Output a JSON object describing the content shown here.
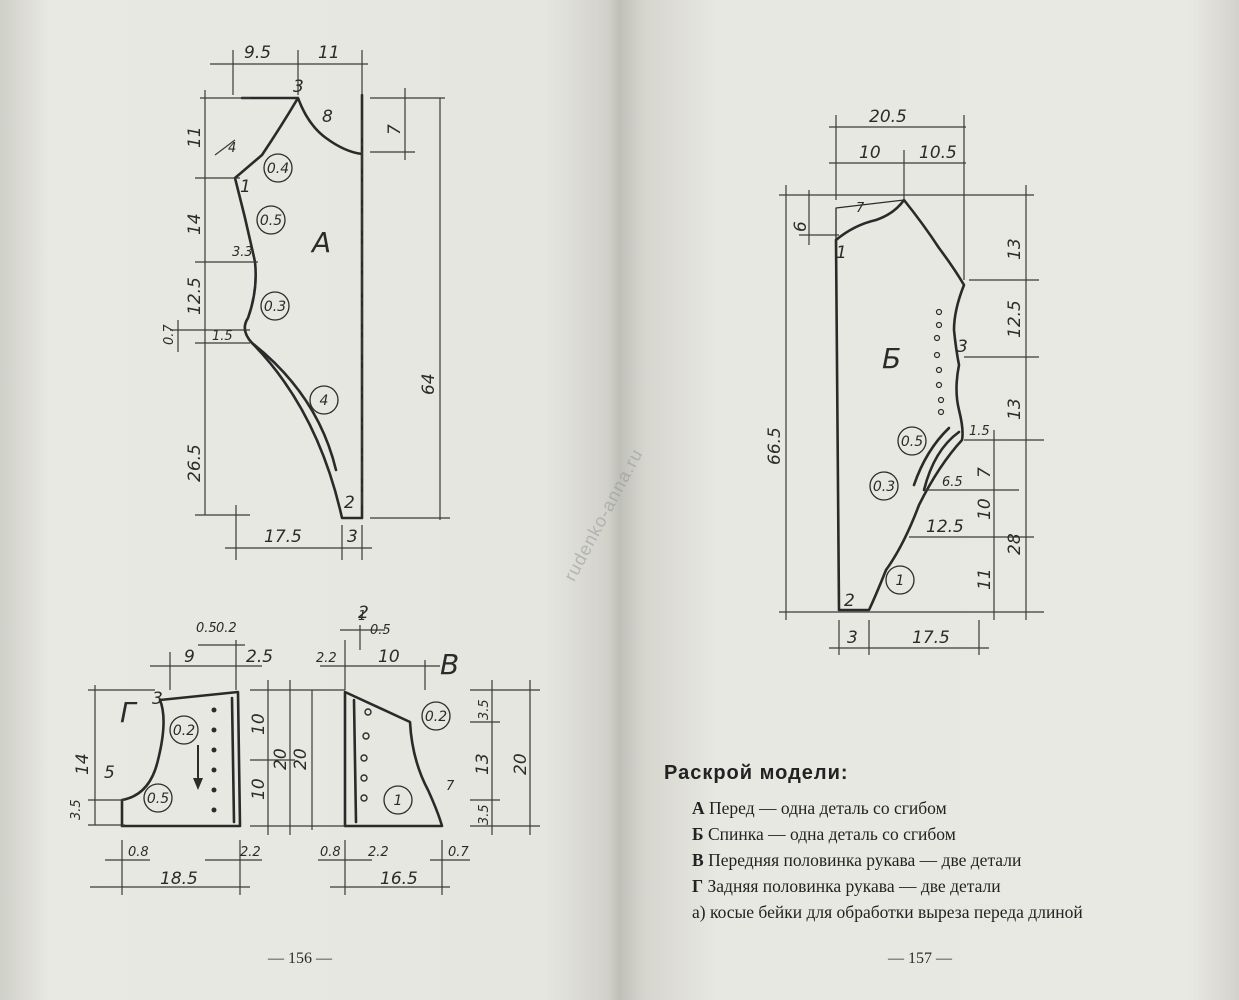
{
  "watermark": "rudenko-anna.ru",
  "left_page": {
    "page_number": "— 156 —",
    "drawing_A": {
      "letter": "А",
      "top_dims": [
        "9.5",
        "11"
      ],
      "left_dims": [
        "11",
        "14",
        "12.5",
        "26.5"
      ],
      "small_dims": [
        "4",
        "3.3",
        "1.5",
        "0.7",
        "7",
        "8"
      ],
      "right_dims": [
        "7",
        "64"
      ],
      "bottom_dims": [
        "17.5",
        "3"
      ],
      "points": [
        "1",
        "2",
        "3"
      ],
      "circles": [
        "0.4",
        "0.5",
        "0.3",
        "4"
      ]
    },
    "drawing_G": {
      "letter": "Г",
      "point": "3",
      "top_dims": [
        "0.5",
        "0.2",
        "9",
        "2.5"
      ],
      "left_dims": [
        "14",
        "3.5",
        "5"
      ],
      "mid_dims": [
        "10",
        "20",
        "10"
      ],
      "bottom_dims": [
        "0.8",
        "2.2",
        "18.5"
      ],
      "circles": [
        "0.2",
        "0.5"
      ]
    },
    "drawing_V": {
      "letter": "В",
      "point": "2",
      "top_dims": [
        "1",
        "0.5",
        "2.2",
        "10"
      ],
      "left_dims": [
        "20"
      ],
      "right_dims": [
        "3.5",
        "13",
        "3.5",
        "20",
        "7"
      ],
      "bottom_dims": [
        "0.8",
        "2.2",
        "0.7",
        "16.5"
      ],
      "circles": [
        "0.2",
        "1"
      ]
    }
  },
  "right_page": {
    "page_number": "— 157 —",
    "drawing_B": {
      "letter": "Б",
      "top_dims": [
        "20.5",
        "10",
        "10.5"
      ],
      "left_dims": [
        "6",
        "66.5",
        "7"
      ],
      "right_dims": [
        "13",
        "12.5",
        "13",
        "1.5",
        "7",
        "6.5",
        "10",
        "28",
        "12.5",
        "11"
      ],
      "bottom_dims": [
        "3",
        "17.5"
      ],
      "points": [
        "1",
        "2",
        "3"
      ],
      "circles": [
        "0.5",
        "0.3",
        "1"
      ]
    },
    "caption": {
      "title": "Раскрой модели:",
      "items": [
        {
          "letter": "А",
          "text": "Перед — одна деталь со сгибом"
        },
        {
          "letter": "Б",
          "text": "Спинка — одна деталь со сгибом"
        },
        {
          "letter": "В",
          "text": "Передняя половинка рукава — две детали"
        },
        {
          "letter": "Г",
          "text": "Задняя половинка рукава — две детали"
        },
        {
          "letter": "",
          "text": "а) косые бейки для обработки выреза переда длиной"
        }
      ]
    }
  }
}
